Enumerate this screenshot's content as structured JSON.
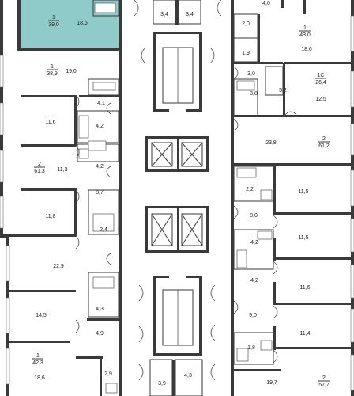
{
  "colors": {
    "highlight": "#8fcbc8",
    "wall": "#3a3a3a"
  },
  "units": [
    {
      "id": "left-top",
      "number": "1",
      "area": "39,0",
      "highlighted": true
    },
    {
      "id": "left-2",
      "number": "1",
      "area": "38,9",
      "highlighted": false
    },
    {
      "id": "left-3",
      "number": "2",
      "area": "61,3",
      "highlighted": false
    },
    {
      "id": "left-4",
      "number": "1",
      "area": "42,3",
      "highlighted": false
    },
    {
      "id": "right-top",
      "number": "1",
      "area": "43,0",
      "highlighted": false
    },
    {
      "id": "right-studio",
      "number": "1С",
      "area": "26,4",
      "highlighted": false
    },
    {
      "id": "right-3",
      "number": "2",
      "area": "61,2",
      "highlighted": false
    },
    {
      "id": "right-bottom",
      "number": "2",
      "area": "57,7",
      "highlighted": false
    }
  ],
  "rooms": [
    "18,6",
    "19,0",
    "4,1",
    "11,6",
    "4,2",
    "4,2",
    "11,3",
    "8,7",
    "11,8",
    "2,4",
    "22,9",
    "14,5",
    "4,3",
    "4,9",
    "18,6",
    "2,9",
    "3,4",
    "3,4",
    "3,9",
    "4,3",
    "4,0",
    "2,0",
    "18,6",
    "1,9",
    "3,0",
    "5,2",
    "3,8",
    "12,5",
    "23,8",
    "2,2",
    "11,5",
    "8,0",
    "11,5",
    "4,2",
    "4,2",
    "11,6",
    "9,0",
    "11,4",
    "1,8",
    "19,7"
  ]
}
